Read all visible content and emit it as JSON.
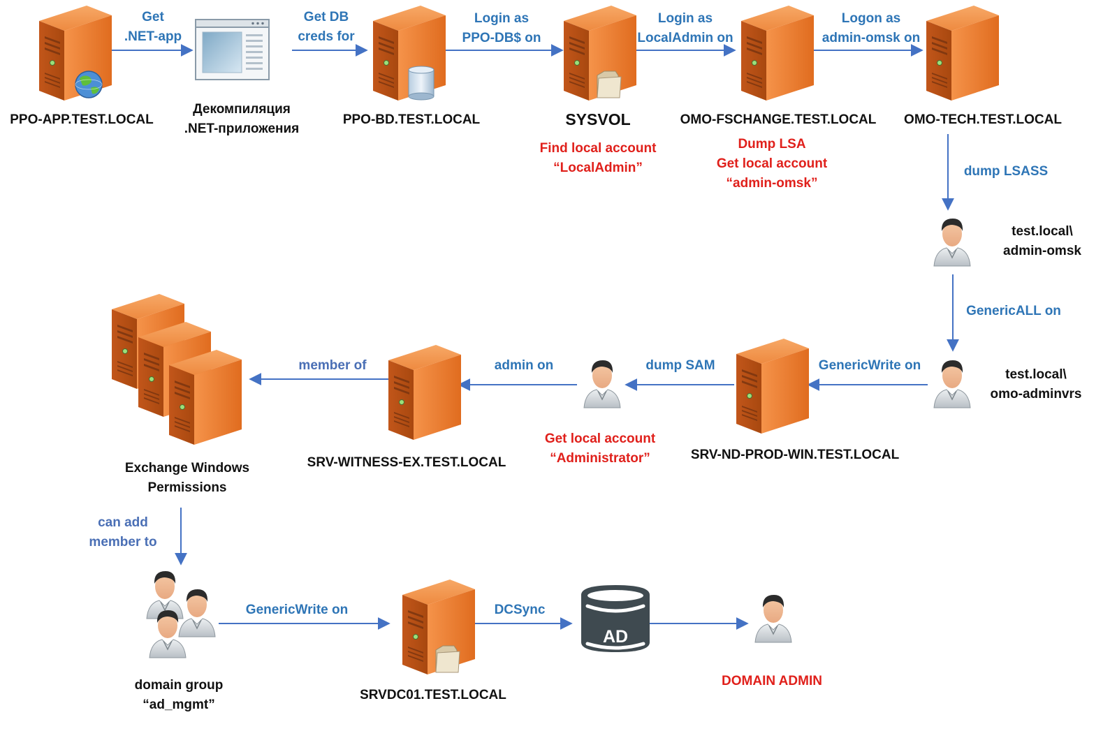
{
  "colors": {
    "edge_line": "#4472c4",
    "edge_text": "#2e75b6",
    "note_text": "#e0201b",
    "server_orange": "#e9772b",
    "node_text": "#111111"
  },
  "nodes": {
    "ppo_app": {
      "icon": "server-globe-icon",
      "label": [
        "PPO-APP.TEST.LOCAL"
      ]
    },
    "decompile": {
      "icon": "app-window-icon",
      "label": [
        "Декомпиляция",
        ".NET-приложения"
      ]
    },
    "ppo_bd": {
      "icon": "database-server-icon",
      "label": [
        "PPO-BD.TEST.LOCAL"
      ]
    },
    "sysvol": {
      "icon": "server-folder-icon",
      "label": [
        "SYSVOL"
      ],
      "note": [
        "Find local account",
        "“LocalAdmin”"
      ]
    },
    "omo_fschange": {
      "icon": "server-icon",
      "label": [
        "OMO-FSCHANGE.TEST.LOCAL"
      ],
      "note": [
        "Dump LSA",
        "Get local account",
        "“admin-omsk”"
      ]
    },
    "omo_tech": {
      "icon": "server-icon",
      "label": [
        "OMO-TECH.TEST.LOCAL"
      ]
    },
    "admin_omsk": {
      "icon": "user-icon",
      "label": [
        "test.local\\",
        "admin-omsk"
      ]
    },
    "omo_adminvrs": {
      "icon": "user-icon",
      "label": [
        "test.local\\",
        "omo-adminvrs"
      ]
    },
    "srv_nd_prod": {
      "icon": "server-icon",
      "label": [
        "SRV-ND-PROD-WIN.TEST.LOCAL"
      ]
    },
    "local_admin_user": {
      "icon": "user-icon",
      "note": [
        "Get local account",
        "“Administrator”"
      ]
    },
    "srv_witness": {
      "icon": "server-icon",
      "label": [
        "SRV-WITNESS-EX.TEST.LOCAL"
      ]
    },
    "exchange_perms": {
      "icon": "server-group-icon",
      "label": [
        "Exchange Windows",
        "Permissions"
      ]
    },
    "ad_mgmt": {
      "icon": "user-group-icon",
      "label": [
        "domain group",
        "“ad_mgmt”"
      ]
    },
    "srvdc01": {
      "icon": "server-folder-icon",
      "label": [
        "SRVDC01.TEST.LOCAL"
      ]
    },
    "ad": {
      "icon": "ad-database-icon",
      "text": "AD"
    },
    "domain_admin": {
      "icon": "user-icon",
      "label": [
        "DOMAIN ADMIN"
      ]
    }
  },
  "edges": [
    {
      "id": "get-net-app",
      "label": [
        "Get",
        ".NET-app"
      ]
    },
    {
      "id": "get-db-creds",
      "label": [
        "Get DB",
        "creds for"
      ]
    },
    {
      "id": "login-ppo-db",
      "label": [
        "Login as",
        "PPO-DB$ on"
      ]
    },
    {
      "id": "login-localadmin",
      "label": [
        "Login as",
        "LocalAdmin on"
      ]
    },
    {
      "id": "logon-admin-omsk",
      "label": [
        "Logon as",
        "admin-omsk on"
      ]
    },
    {
      "id": "dump-lsass",
      "label": [
        "dump LSASS"
      ]
    },
    {
      "id": "genericall",
      "label": [
        "GenericALL on"
      ]
    },
    {
      "id": "genericwrite-nd",
      "label": [
        "GenericWrite on"
      ]
    },
    {
      "id": "dump-sam",
      "label": [
        "dump SAM"
      ]
    },
    {
      "id": "admin-on",
      "label": [
        "admin on"
      ]
    },
    {
      "id": "member-of",
      "label": [
        "member of"
      ]
    },
    {
      "id": "can-add-member",
      "label": [
        "can add",
        "member to"
      ]
    },
    {
      "id": "genericwrite-dc",
      "label": [
        "GenericWrite on"
      ]
    },
    {
      "id": "dcsync",
      "label": [
        "DCSync"
      ]
    },
    {
      "id": "to-domain-admin",
      "label": []
    }
  ]
}
